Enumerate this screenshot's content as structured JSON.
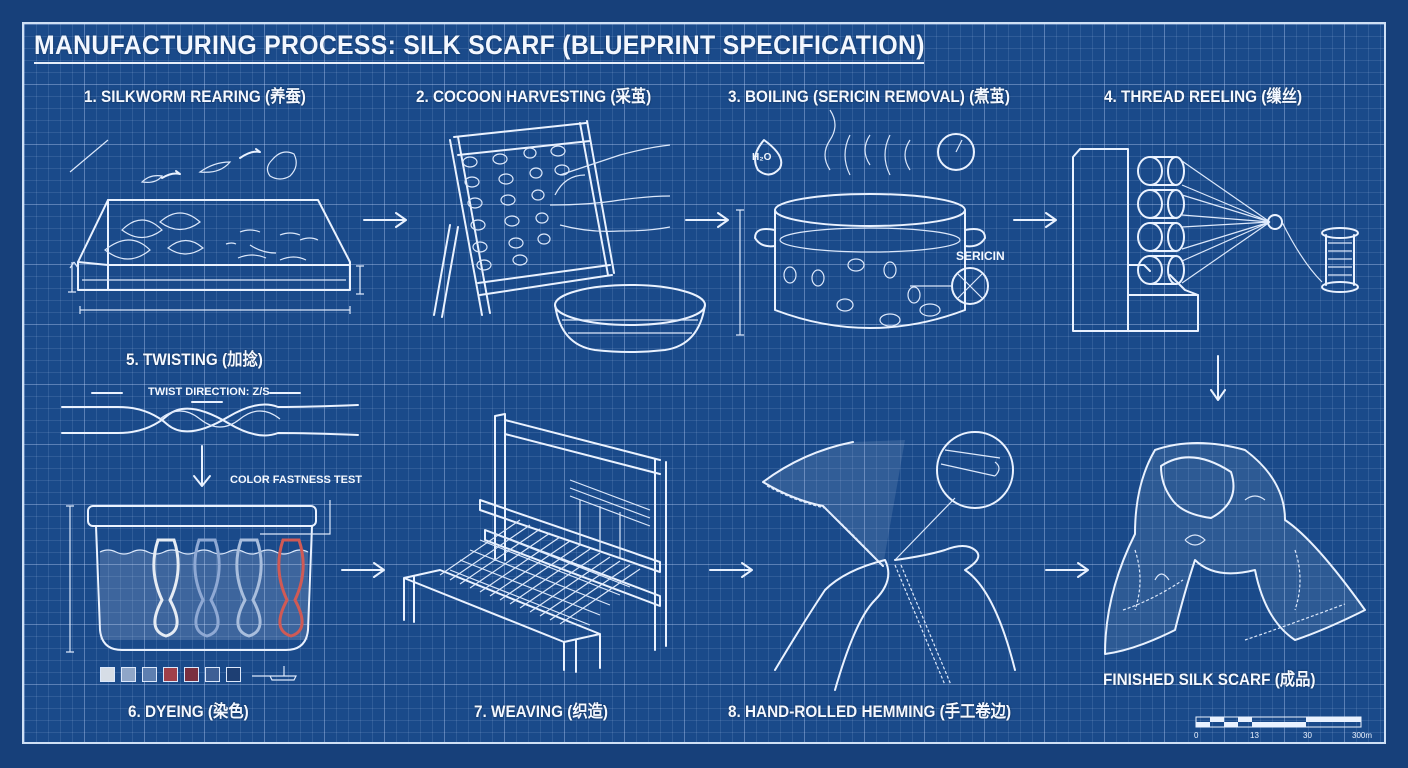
{
  "title": "MANUFACTURING PROCESS: SILK SCARF (BLUEPRINT SPECIFICATION)",
  "colors": {
    "background": "#17407a",
    "grid_paper": "#1a4a8a",
    "line": "#eaf2ff",
    "dye_red": "#c0504d"
  },
  "steps": [
    {
      "number": 1,
      "label": "1. SILKWORM REARING (养蚕)",
      "icon": "silkworm-tray-icon"
    },
    {
      "number": 2,
      "label": "2. COCOON HARVESTING (采茧)",
      "icon": "cocoon-frame-icon"
    },
    {
      "number": 3,
      "label": "3. BOILING (SERICIN REMOVAL) (煮茧)",
      "icon": "boiling-pot-icon"
    },
    {
      "number": 4,
      "label": "4. THREAD REELING (缫丝)",
      "icon": "reeling-machine-icon"
    },
    {
      "number": 5,
      "label": "5. TWISTING (加捻)",
      "icon": "twisted-thread-icon"
    },
    {
      "number": 6,
      "label": "6. DYEING (染色)",
      "icon": "dye-bath-icon"
    },
    {
      "number": 7,
      "label": "7. WEAVING (织造)",
      "icon": "loom-icon"
    },
    {
      "number": 8,
      "label": "8. HAND-ROLLED HEMMING (手工卷边)",
      "icon": "hemming-hands-icon"
    }
  ],
  "final": {
    "label": "FINISHED SILK SCARF (成品)",
    "icon": "scarf-icon"
  },
  "annotations": {
    "twist_direction": "TWIST DIRECTION: Z/S",
    "color_fastness": "COLOR FASTNESS TEST",
    "sericin": "SERICIN",
    "h2o": "H₂O"
  },
  "dye_swatches": [
    "#d6dde6",
    "#8fa6c8",
    "#5e7fb0",
    "#a0404a",
    "#7a3040",
    "#3e5f95",
    "#1e3f73"
  ],
  "scale_bar": {
    "ticks": [
      "0",
      "13",
      "30",
      "300m"
    ]
  }
}
